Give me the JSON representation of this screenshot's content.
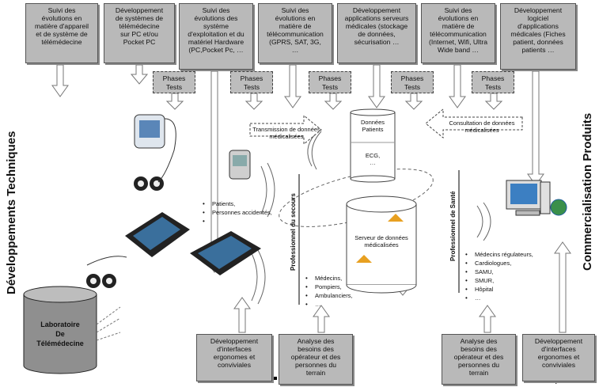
{
  "top_boxes": [
    "Suivi des\névolutions en\nmatière d'appareil\net de système de\ntélémédecine",
    "Développement\nde systèmes de\ntélémédecine\nsur PC et/ou\nPocket PC",
    "Suivi des\névolutions des\nsystème\nd'exploitation et du\nmatériel Hardware\n(PC,Pocket Pc, …",
    "Suivi des\névolutions en\nmatière de\ntélécommunication\n(GPRS, SAT, 3G,\n…",
    "Développement\napplications serveurs\nmédicales (stockage\nde données,\nsécurisation …",
    "Suivi des\névolutions en\nmatière de\ntélécommunication\n(Internet, Wifi, Ultra\nWide band …",
    "Développement\nlogiciel\nd'applications\nmédicales (Fiches\npatient, données\npatients …"
  ],
  "phase_label": "Phases\nTests",
  "left_vertical_title": "Développements Techniques",
  "right_vertical_title": "Commercialisation Produits",
  "transmission_label": "Transmission de données\nmédicalisées",
  "consultation_label": "Consultation de données\nmédicalisées",
  "scroll_items": [
    "Données\nPatients",
    "ECG,\n…"
  ],
  "server_label": "Serveur de données\nmédicalisées",
  "secours_label": "Professionnel du secours",
  "sante_label": "Professionnel de Santé",
  "patients_list": [
    "Patients,",
    "Personnes accidentés,",
    ""
  ],
  "secours_list": [
    "Médecins,",
    "Pompiers,",
    "Ambulanciers,",
    "…"
  ],
  "sante_list": [
    "Médecins régulateurs,",
    "Cardiologues,",
    "SAMU,",
    "SMUR,",
    "Hôpital",
    "…"
  ],
  "lab_label": "Laboratoire\nDe\nTélémédecine",
  "bottom_boxes": [
    "Développement\nd'interfaces\nergonomes et\nconviviales",
    "Analyse des\nbesoins des\nopérateur et des\npersonnes du\nterrain",
    "Analyse des\nbesoins des\nopérateur et des\npersonnes du\nterrain",
    "Développement\nd'interfaces\nergonomes et\nconviviales"
  ],
  "colors": {
    "box": "#b9b9b9",
    "lab": "#9a9a9a",
    "border": "#555555"
  }
}
